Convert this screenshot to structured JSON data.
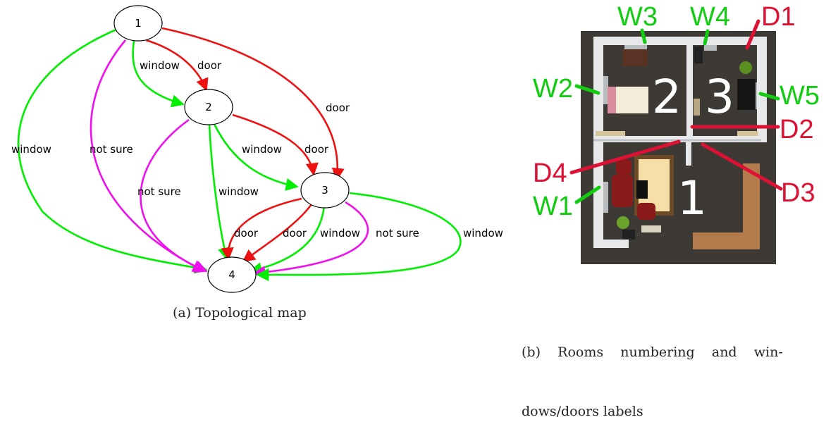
{
  "graph": {
    "nodes": [
      {
        "id": "1",
        "label": "1"
      },
      {
        "id": "2",
        "label": "2"
      },
      {
        "id": "3",
        "label": "3"
      },
      {
        "id": "4",
        "label": "4"
      }
    ],
    "edges": [
      {
        "from": "1",
        "to": "2",
        "kind": "window",
        "label": "window"
      },
      {
        "from": "1",
        "to": "2",
        "kind": "door",
        "label": "door"
      },
      {
        "from": "1",
        "to": "3",
        "kind": "door",
        "label": "door"
      },
      {
        "from": "1",
        "to": "4",
        "kind": "window",
        "label": "window"
      },
      {
        "from": "1",
        "to": "4",
        "kind": "not sure",
        "label": "not sure"
      },
      {
        "from": "2",
        "to": "3",
        "kind": "window",
        "label": "window"
      },
      {
        "from": "2",
        "to": "3",
        "kind": "door",
        "label": "door"
      },
      {
        "from": "2",
        "to": "4",
        "kind": "not sure",
        "label": "not sure"
      },
      {
        "from": "2",
        "to": "4",
        "kind": "window",
        "label": "window"
      },
      {
        "from": "3",
        "to": "4",
        "kind": "door",
        "label": "door"
      },
      {
        "from": "3",
        "to": "4",
        "kind": "door",
        "label": "door"
      },
      {
        "from": "3",
        "to": "4",
        "kind": "window",
        "label": "window"
      },
      {
        "from": "3",
        "to": "4",
        "kind": "not sure",
        "label": "not sure"
      },
      {
        "from": "3",
        "to": "4",
        "kind": "window",
        "label": "window"
      }
    ],
    "colors": {
      "window": "#00ee00",
      "door": "#ee1111",
      "not sure": "#ee11ee"
    }
  },
  "floorplan": {
    "rooms": [
      "1",
      "2",
      "3"
    ],
    "window_labels": [
      "W1",
      "W2",
      "W3",
      "W4",
      "W5"
    ],
    "door_labels": [
      "D1",
      "D2",
      "D3",
      "D4"
    ],
    "colors": {
      "window": "#11cc11",
      "door": "#dd1133",
      "floor": "#3d3a36",
      "wall": "#e6e8ea"
    }
  },
  "captions": {
    "a": "(a) Topological map",
    "b_line1": "(b)    Rooms    numbering    and    win-",
    "b_line2": "dows/doors labels"
  }
}
